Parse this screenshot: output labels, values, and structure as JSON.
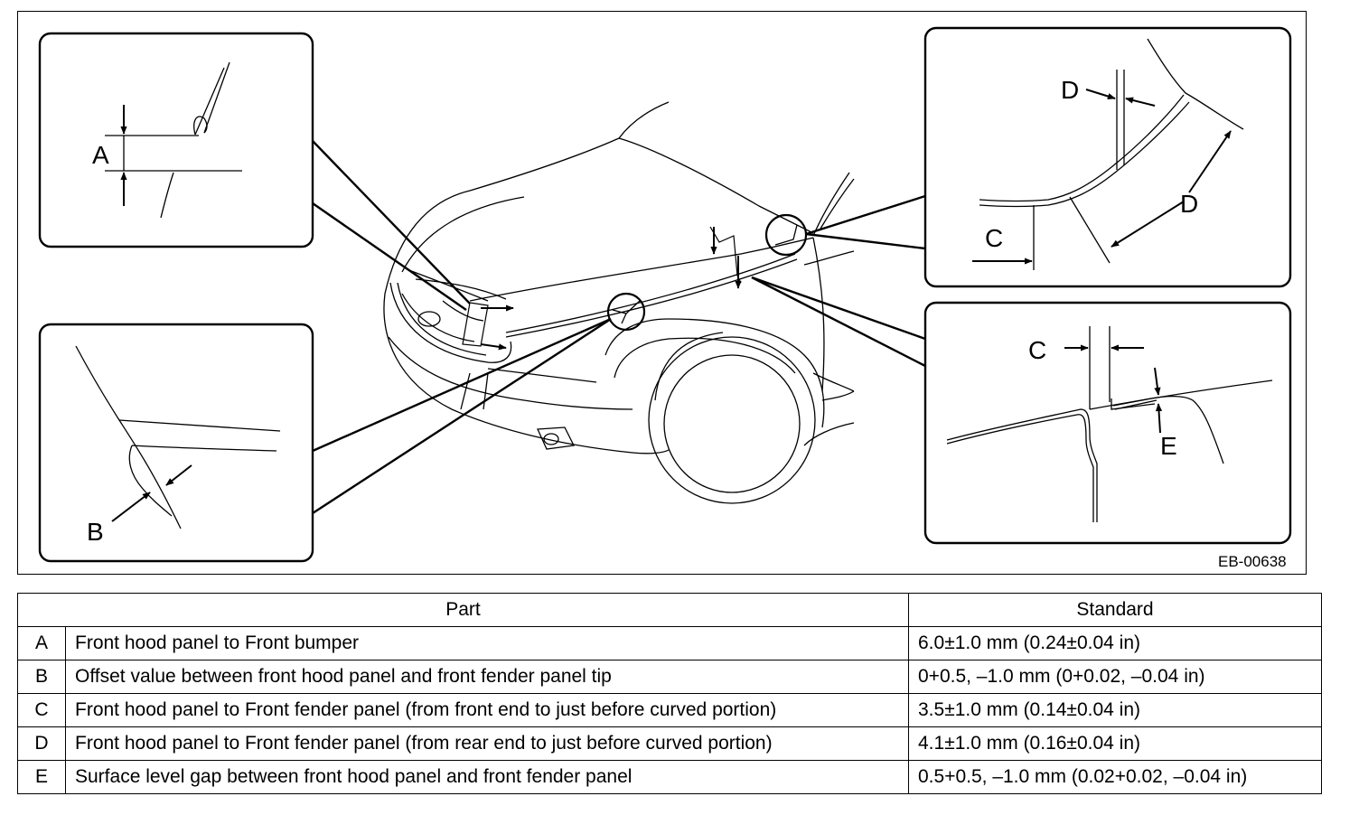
{
  "figure": {
    "id_label": "EB-00638",
    "callouts": {
      "a": "A",
      "b": "B",
      "c1": "C",
      "c2": "C",
      "d1": "D",
      "d2": "D",
      "e": "E"
    },
    "colors": {
      "ink": "#000000",
      "background": "#ffffff"
    }
  },
  "table": {
    "headers": {
      "part": "Part",
      "standard": "Standard"
    },
    "rows": [
      {
        "code": "A",
        "part": "Front hood panel to Front bumper",
        "standard": "6.0±1.0 mm (0.24±0.04 in)"
      },
      {
        "code": "B",
        "part": "Offset value between front hood panel and front fender panel tip",
        "standard": "0+0.5, –1.0 mm (0+0.02, –0.04 in)"
      },
      {
        "code": "C",
        "part": "Front hood panel to Front fender panel (from front end to just before curved portion)",
        "standard": "3.5±1.0 mm (0.14±0.04 in)"
      },
      {
        "code": "D",
        "part": "Front hood panel to Front fender panel (from rear end to just before curved portion)",
        "standard": "4.1±1.0 mm (0.16±0.04 in)"
      },
      {
        "code": "E",
        "part": "Surface level gap between front hood panel and front fender panel",
        "standard": "0.5+0.5, –1.0 mm (0.02+0.02, –0.04 in)"
      }
    ]
  }
}
